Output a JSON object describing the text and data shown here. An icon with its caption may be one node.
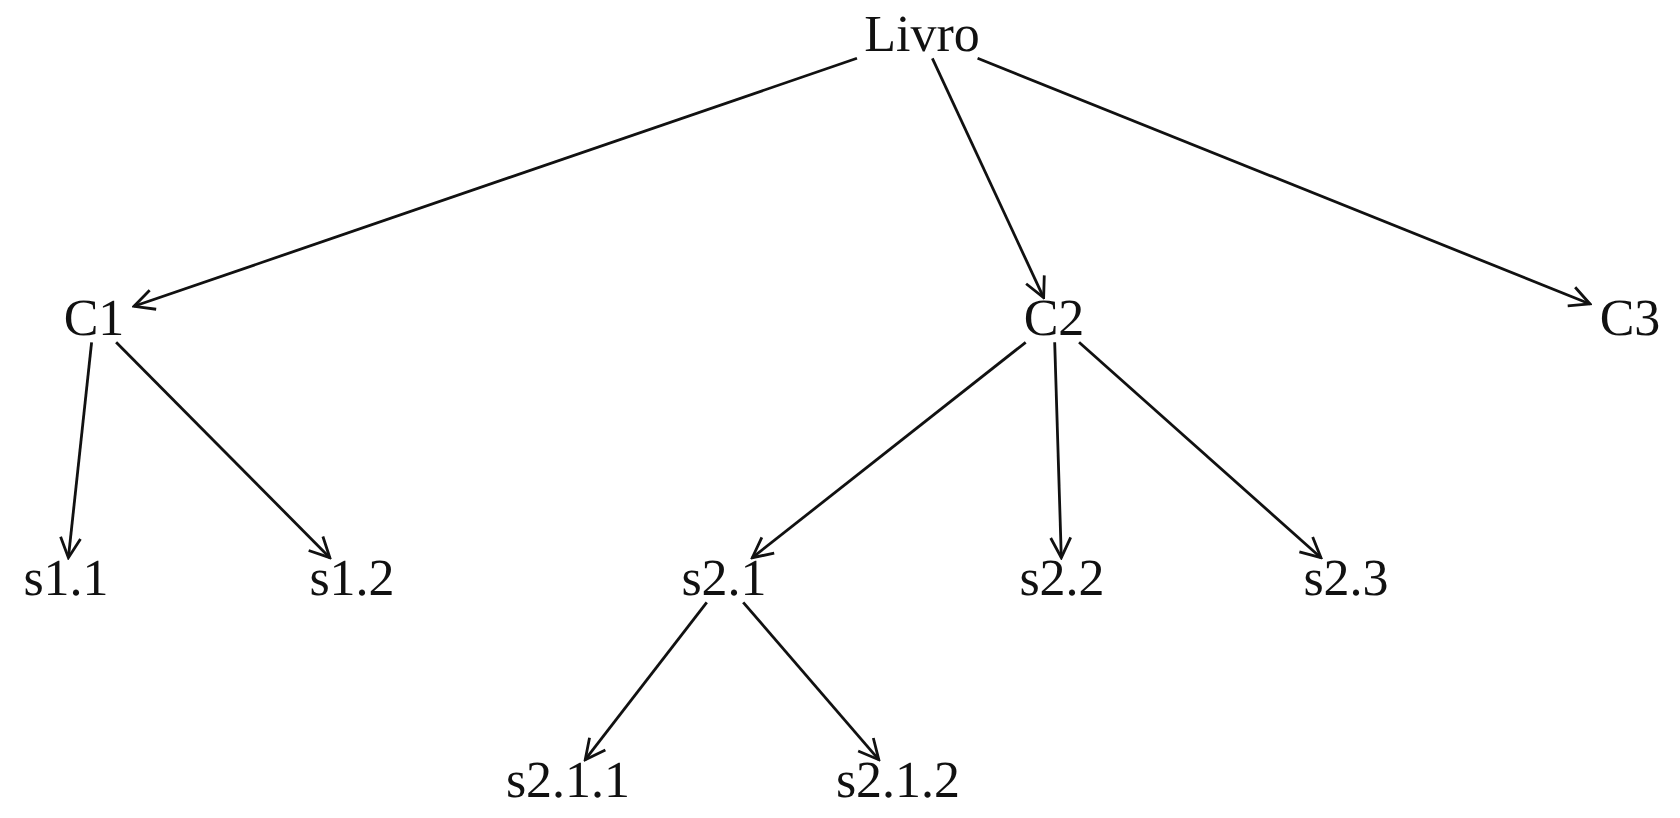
{
  "diagram": {
    "nodes": [
      {
        "text": [
          "Livro"
        ]
      },
      {
        "text": [
          "C1"
        ]
      },
      {
        "text": [
          "C2"
        ]
      },
      {
        "text": [
          "C3"
        ]
      },
      {
        "text": [
          "s1.1"
        ]
      },
      {
        "text": [
          "s1.2"
        ]
      },
      {
        "text": [
          "s2.1"
        ]
      },
      {
        "text": [
          "s2.2"
        ]
      },
      {
        "text": [
          "s2.3"
        ]
      },
      {
        "text": [
          "s2.1.1"
        ]
      },
      {
        "text": [
          "s2.1.2"
        ]
      }
    ],
    "edges": [
      {
        "from": 0,
        "to": 1,
        "arrow": "to"
      },
      {
        "from": 0,
        "to": 2,
        "arrow": "to"
      },
      {
        "from": 0,
        "to": 3,
        "arrow": "to"
      },
      {
        "from": 1,
        "to": 4,
        "arrow": "to"
      },
      {
        "from": 1,
        "to": 5,
        "arrow": "to"
      },
      {
        "from": 2,
        "to": 6,
        "arrow": "to"
      },
      {
        "from": 2,
        "to": 7,
        "arrow": "to"
      },
      {
        "from": 2,
        "to": 8,
        "arrow": "to"
      },
      {
        "from": 6,
        "to": 9,
        "arrow": "to"
      },
      {
        "from": 6,
        "to": 10,
        "arrow": "to"
      }
    ]
  }
}
